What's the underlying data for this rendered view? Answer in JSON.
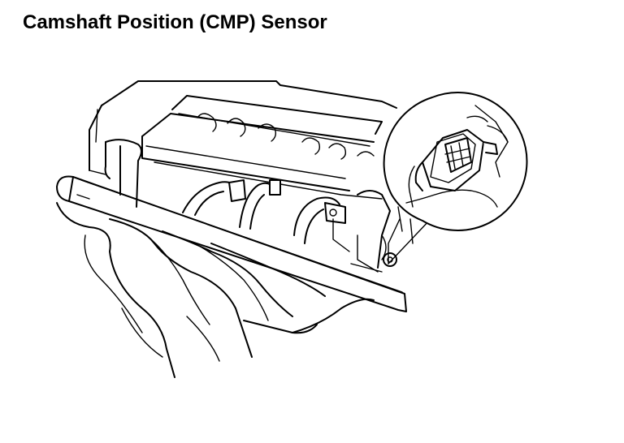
{
  "title": "Camshaft Position (CMP) Sensor",
  "illustration": {
    "subject": "engine-cylinder-head-illustration",
    "callout": "cmp-sensor-connector-detail"
  }
}
